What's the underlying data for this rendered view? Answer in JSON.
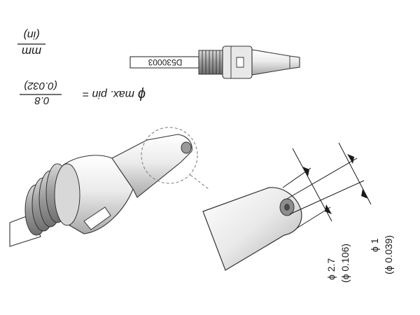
{
  "units": {
    "primary": "mm",
    "secondary": "(in)"
  },
  "part_number": "D530003",
  "pin_spec": {
    "symbol": "ϕ",
    "label": "max. pin =",
    "value_mm": "0.8",
    "value_in": "(0.032)"
  },
  "dimensions": {
    "outer": {
      "mm": "ϕ 2.7",
      "in": "(ϕ 0.106)"
    },
    "inner": {
      "mm": "ϕ 1",
      "in": "(ϕ 0.039)"
    }
  },
  "colors": {
    "line": "#3a3a3a",
    "body": "#e6e6e6",
    "shade": "#bdbdbd",
    "detail_circle": "#777777"
  }
}
